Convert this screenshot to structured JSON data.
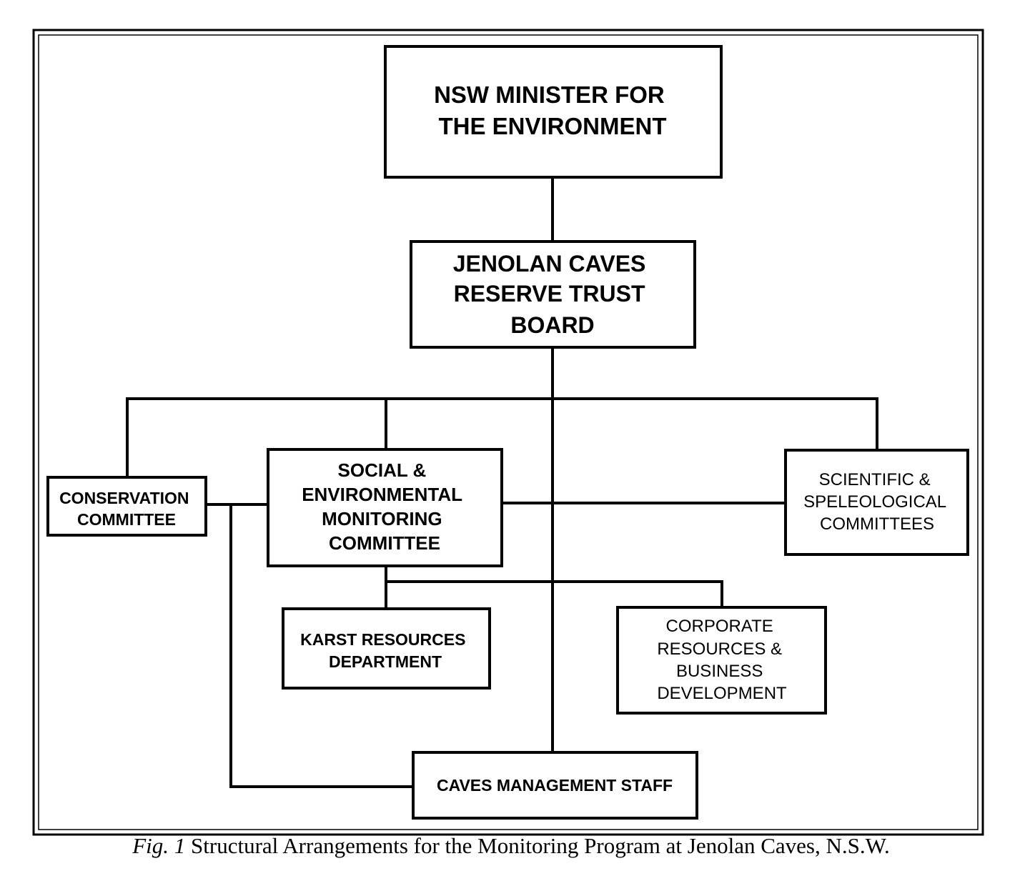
{
  "nodes": {
    "minister": {
      "lines": [
        "NSW  MINISTER  FOR",
        "THE  ENVIRONMENT"
      ]
    },
    "trust_board": {
      "lines": [
        "JENOLAN CAVES",
        "RESERVE TRUST",
        "BOARD"
      ]
    },
    "conservation": {
      "lines": [
        "CONSERVATION",
        "COMMITTEE"
      ]
    },
    "social_env": {
      "lines": [
        "SOCIAL &",
        "ENVIRONMENTAL",
        "MONITORING",
        "COMMITTEE"
      ]
    },
    "scientific": {
      "lines": [
        "SCIENTIFIC  &",
        "SPELEOLOGICAL",
        "COMMITTEES"
      ]
    },
    "karst": {
      "lines": [
        "KARST RESOURCES",
        "DEPARTMENT"
      ]
    },
    "corporate": {
      "lines": [
        "CORPORATE",
        "RESOURCES &",
        "BUSINESS",
        "DEVELOPMENT"
      ]
    },
    "staff": {
      "lines": [
        "CAVES  MANAGEMENT STAFF"
      ]
    }
  },
  "caption": {
    "fig": "Fig. 1",
    "text": " Structural Arrangements for the Monitoring Program at Jenolan Caves, N.S.W."
  }
}
